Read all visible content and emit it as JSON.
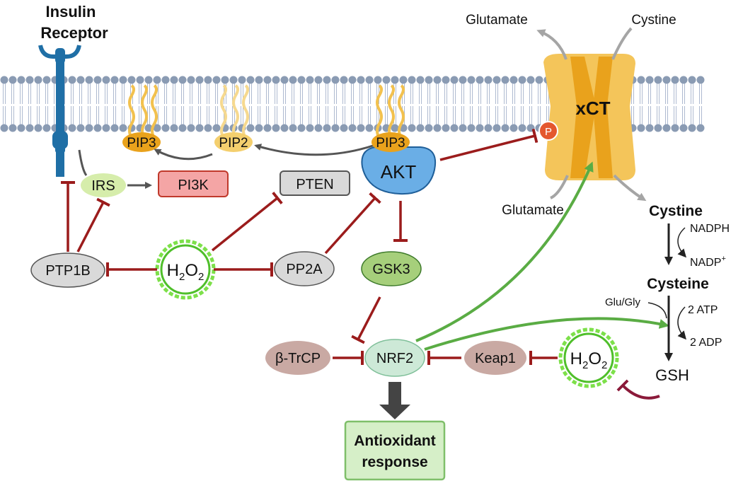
{
  "labels": {
    "insulin_receptor_line1": "Insulin",
    "insulin_receptor_line2": "Receptor",
    "glutamate_out": "Glutamate",
    "cystine_out": "Cystine",
    "glutamate_in": "Glutamate",
    "xct": "xCT",
    "phospho": "P",
    "pip3_left": "PIP3",
    "pip2": "PIP2",
    "pip3_right": "PIP3",
    "akt": "AKT",
    "irs": "IRS",
    "pi3k": "PI3K",
    "pten": "PTEN",
    "ptp1b": "PTP1B",
    "h2o2_left": {
      "main": "H",
      "sub1": "2",
      "mid": "O",
      "sub2": "2"
    },
    "pp2a": "PP2A",
    "gsk3": "GSK3",
    "btrcp": "β-TrCP",
    "nrf2": "NRF2",
    "keap1": "Keap1",
    "h2o2_right": {
      "main": "H",
      "sub1": "2",
      "mid": "O",
      "sub2": "2"
    },
    "antioxidant_line1": "Antioxidant",
    "antioxidant_line2": "response",
    "cystine_in": "Cystine",
    "nadph": "NADPH",
    "nadp": "NADP",
    "nadp_sup": "+",
    "cysteine": "Cysteine",
    "glu_gly": "Glu/Gly",
    "atp": "2 ATP",
    "adp": "2 ADP",
    "gsh": "GSH"
  },
  "colors": {
    "membrane_head": "#8a9bb3",
    "membrane_tail": "#aebad0",
    "receptor": "#1f6fa6",
    "inhibit": "#9b1c1c",
    "activate": "#5aac44",
    "neutral_arrow": "#555555",
    "grey_arrow": "#a5a5a5",
    "xct_outer": "#f4c55a",
    "xct_inner": "#e9a21c",
    "phospho": "#e4572e",
    "akt": "#6aaee6",
    "pi3k": "#f4a5a5",
    "pten": "#d9d9d9",
    "gsk3": "#a6cf7b",
    "nrf2": "#cde9d7",
    "brown_node": "#c9a9a3",
    "h2o2_ring": "#7de04a",
    "antioxidant_box": "#d6efc8",
    "gsh_inhibit": "#8b1a3a"
  }
}
